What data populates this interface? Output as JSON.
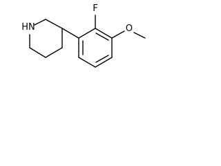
{
  "molecule": {
    "atoms": {
      "nitrogen": "HN",
      "fluorine": "F",
      "oxygen": "O"
    },
    "colors": {
      "bond": "#000000",
      "label": "#000000",
      "background": "#ffffff"
    }
  }
}
